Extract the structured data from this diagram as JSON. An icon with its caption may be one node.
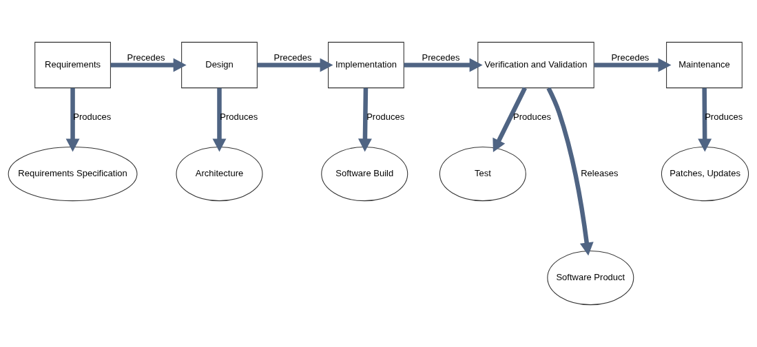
{
  "diagram": {
    "nodes": [
      {
        "text": [
          "Requirements"
        ]
      },
      {
        "text": [
          "Design"
        ]
      },
      {
        "text": [
          "Implementation"
        ]
      },
      {
        "text": [
          "Verification and Validation"
        ]
      },
      {
        "text": [
          "Maintenance"
        ]
      },
      {
        "text": [
          "Requirements Specification"
        ]
      },
      {
        "text": [
          "Architecture"
        ]
      },
      {
        "text": [
          "Software Build"
        ]
      },
      {
        "text": [
          "Test"
        ]
      },
      {
        "text": [
          "Patches, Updates"
        ]
      },
      {
        "text": [
          "Software Product"
        ]
      }
    ],
    "edges": [
      {
        "from": 0,
        "to": 1,
        "arrow": "to",
        "label": "Precedes"
      },
      {
        "from": 1,
        "to": 2,
        "arrow": "to",
        "label": "Precedes"
      },
      {
        "from": 2,
        "to": 3,
        "arrow": "to",
        "label": "Precedes"
      },
      {
        "from": 3,
        "to": 4,
        "arrow": "to",
        "label": "Precedes"
      },
      {
        "from": 0,
        "to": 5,
        "arrow": "to",
        "label": "Produces"
      },
      {
        "from": 1,
        "to": 6,
        "arrow": "to",
        "label": "Produces"
      },
      {
        "from": 2,
        "to": 7,
        "arrow": "to",
        "label": "Produces"
      },
      {
        "from": 3,
        "to": 8,
        "arrow": "to",
        "label": "Produces"
      },
      {
        "from": 4,
        "to": 9,
        "arrow": "to",
        "label": "Produces"
      },
      {
        "from": 3,
        "to": 10,
        "arrow": "to",
        "label": "Releases"
      }
    ]
  }
}
